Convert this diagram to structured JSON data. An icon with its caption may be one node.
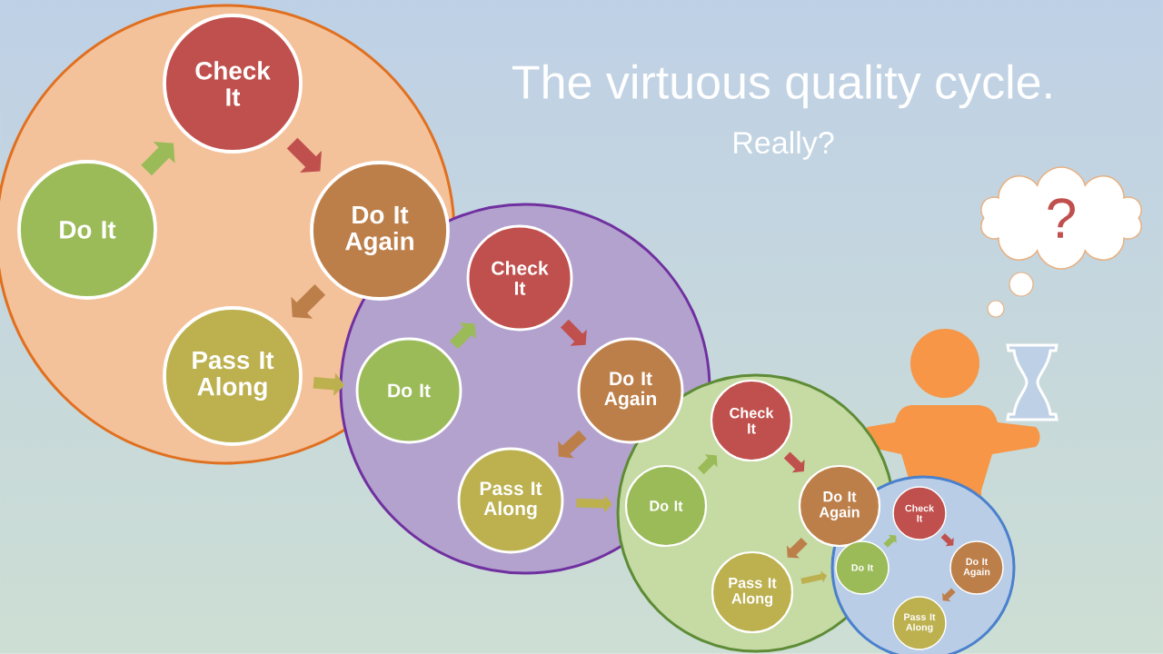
{
  "diagram": {
    "title": "The virtuous quality cycle.",
    "nodes": [
      {
        "text": [],
        "shape": "circle"
      },
      {
        "text": [
          "Do It"
        ],
        "in": 0
      },
      {
        "text": [
          "Check It"
        ],
        "in": 0
      },
      {
        "text": [
          "Do It Again"
        ],
        "in": 0
      },
      {
        "text": [
          "Pass It Along"
        ],
        "in": 0
      },
      {
        "text": [],
        "shape": "circle"
      },
      {
        "text": [
          "Do It"
        ],
        "in": 5
      },
      {
        "text": [
          "Check It"
        ],
        "in": 5
      },
      {
        "text": [
          "Do It Again"
        ],
        "in": 5
      },
      {
        "text": [
          "Pass It Along"
        ],
        "in": 5
      },
      {
        "text": [],
        "shape": "circle"
      },
      {
        "text": [
          "Do It"
        ]
      },
      {
        "text": [
          "Check It"
        ],
        "in": 10
      },
      {
        "text": [
          "Do It Again"
        ],
        "in": 10
      },
      {
        "text": [
          "Pass It Along"
        ],
        "in": 10
      },
      {
        "text": [],
        "shape": "circle"
      },
      {
        "text": [
          "Do It"
        ]
      },
      {
        "text": [
          "Check It"
        ],
        "in": 15
      },
      {
        "text": [
          "Do It Again"
        ],
        "in": 15
      },
      {
        "text": [
          "Pass It Along"
        ],
        "in": 15
      },
      {
        "text": [
          "?"
        ]
      }
    ],
    "edges": [
      {
        "from": 1,
        "to": 2,
        "arrow": "to",
        "color": "#9bbb59"
      },
      {
        "from": 2,
        "to": 3,
        "arrow": "to",
        "color": "#c0504d"
      },
      {
        "from": 3,
        "to": 4,
        "arrow": "to",
        "color": "#bd7f4a"
      },
      {
        "from": 4,
        "to": 6,
        "arrow": "to",
        "color": "#bcb04f"
      },
      {
        "from": 6,
        "to": 7,
        "arrow": "to",
        "color": "#9bbb59"
      },
      {
        "from": 7,
        "to": 8,
        "arrow": "to",
        "color": "#c0504d"
      },
      {
        "from": 8,
        "to": 9,
        "arrow": "to",
        "color": "#bd7f4a"
      },
      {
        "from": 9,
        "to": 11,
        "arrow": "to",
        "color": "#bcb04f"
      },
      {
        "from": 11,
        "to": 12,
        "arrow": "to",
        "color": "#9bbb59"
      },
      {
        "from": 12,
        "to": 13,
        "arrow": "to",
        "color": "#c0504d"
      },
      {
        "from": 13,
        "to": 14,
        "arrow": "to",
        "color": "#bd7f4a"
      },
      {
        "from": 14,
        "to": 16,
        "arrow": "to",
        "color": "#bcb04f"
      },
      {
        "from": 16,
        "to": 17,
        "arrow": "to",
        "color": "#9bbb59"
      },
      {
        "from": 17,
        "to": 18,
        "arrow": "to",
        "color": "#c0504d"
      },
      {
        "from": 18,
        "to": 19,
        "arrow": "to",
        "color": "#bd7f4a"
      }
    ],
    "labels": [
      "Really?"
    ]
  }
}
